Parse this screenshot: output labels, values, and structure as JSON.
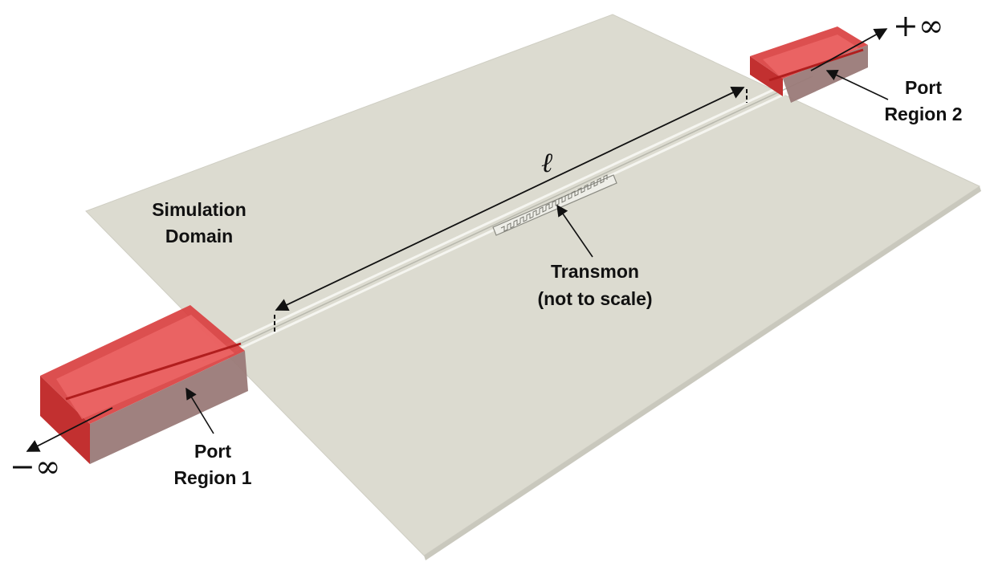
{
  "labels": {
    "simulation_domain_line1": "Simulation",
    "simulation_domain_line2": "Domain",
    "port1_line1": "Port",
    "port1_line2": "Region 1",
    "port2_line1": "Port",
    "port2_line2": "Region 2",
    "transmon_line1": "Transmon",
    "transmon_line2": "(not to scale)",
    "length_symbol": "ℓ",
    "minus_infinity": "−∞",
    "plus_infinity": "+∞"
  },
  "colors": {
    "substrate": "#dcdbd0",
    "substrate_edge": "#c9c8bd",
    "port_red": "#d42a2a",
    "port_highlight": "#ef6a6a",
    "port_dark": "#b11e1e",
    "annotation": "#111111"
  }
}
